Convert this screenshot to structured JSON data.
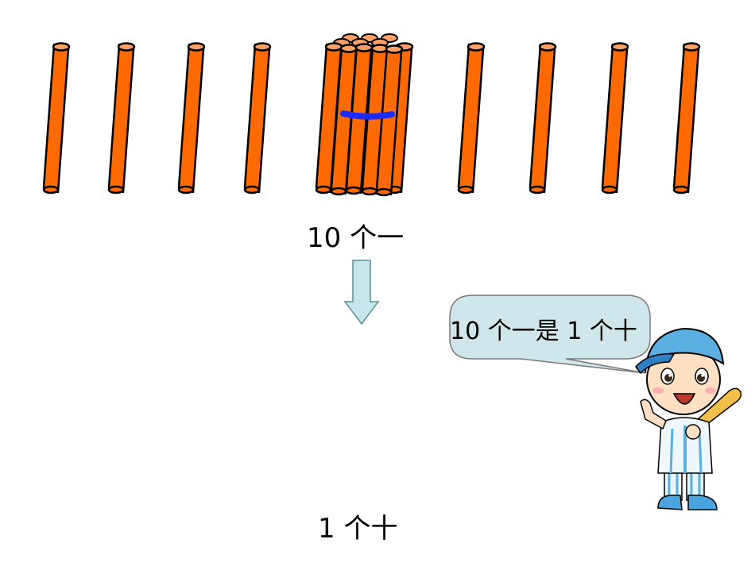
{
  "slide": {
    "ones_label": "10 个一",
    "ten_label": "1 个十",
    "speech_bubble": "10 个一是 1 个十"
  },
  "colors": {
    "stick_fill": "#ff6a00",
    "stick_top": "#ffa066",
    "band": "#1c2bff",
    "arrow_fill": "#c6e6ea",
    "arrow_stroke": "#5a8f98",
    "bubble_fill": "#cfe6ea",
    "bubble_stroke": "#7a7a7a"
  },
  "icons": {
    "single_stick": "counting-stick-icon",
    "bundle": "stick-bundle-icon",
    "arrow": "arrow-down-icon",
    "character": "boy-with-bat-icon"
  }
}
